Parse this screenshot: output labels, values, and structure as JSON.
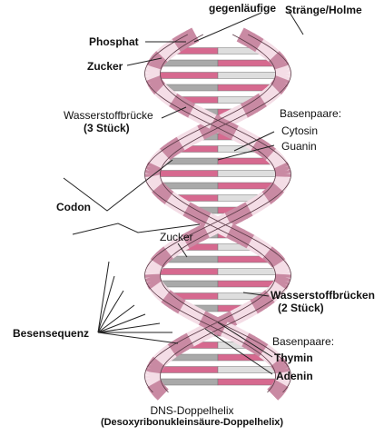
{
  "labels": {
    "gegenlaeufige": "gegenläufige",
    "straenge": "Stränge/Holme",
    "phosphat": "Phosphat",
    "zucker_top": "Zucker",
    "wasserstoff_top_1": "Wasserstoffbrücke",
    "wasserstoff_top_2": "(3 Stück)",
    "basenpaare_top": "Basenpaare:",
    "cytosin": "Cytosin",
    "guanin": "Guanin",
    "codon": "Codon",
    "zucker_mid": "Zucker",
    "wasserstoff_bottom_1": "Wasserstoffbrücken",
    "wasserstoff_bottom_2": "(2 Stück)",
    "besensequenz": "Besensequenz",
    "basenpaare_bottom": "Basenpaare:",
    "thymin": "Thymin",
    "adenin": "Adenin"
  },
  "caption": {
    "title": "DNS-Doppelhelix",
    "subtitle": "(Desoxyribonukleinsäure-Doppelhelix)"
  },
  "colors": {
    "strand_pink": "#c98aa3",
    "strand_light": "#f4dde6",
    "strand_outline": "#5a3a46",
    "rung_pink": "#d6698f",
    "rung_grey": "#a9a9a9",
    "rung_light": "#dedede",
    "line": "#222222"
  }
}
